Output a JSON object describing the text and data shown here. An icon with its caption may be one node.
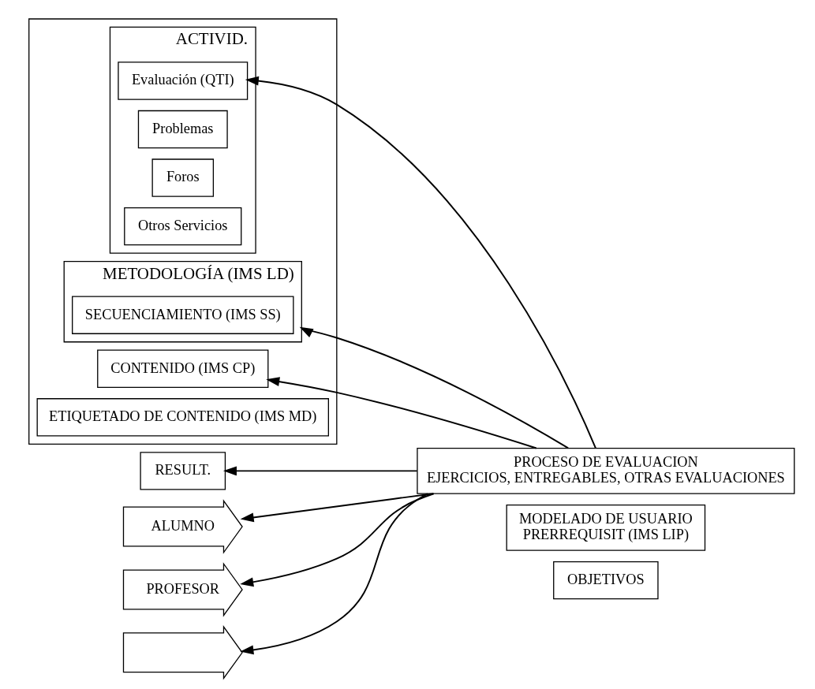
{
  "diagram": {
    "nodes": [
      {
        "text": [
          "OBJETIVOS"
        ]
      },
      {
        "text": [
          "MODELADO DE USUARIO",
          "PRERREQUISIT (IMS LIP)"
        ]
      },
      {
        "text": [],
        "shape": "box"
      },
      {
        "text": [
          "CONTENIDO (IMS CP)"
        ],
        "in": 2
      },
      {
        "text": [
          "ETIQUETADO DE CONTENIDO (IMS MD)"
        ],
        "in": 2
      },
      {
        "text": [
          "ACTIVID."
        ],
        "in": 2
      },
      {
        "text": [
          "Evaluación (QTI)"
        ],
        "in": 5
      },
      {
        "text": [
          "Problemas"
        ],
        "in": 5
      },
      {
        "text": [
          "Foros"
        ],
        "in": 5
      },
      {
        "text": [
          "Otros Servicios"
        ],
        "in": 5
      },
      {
        "text": [
          "METODOLOGÍA (IMS LD)"
        ],
        "in": 2
      },
      {
        "text": [
          "SECUENCIAMIENTO (IMS SS)"
        ],
        "in": 10
      },
      {
        "text": [
          "RESULT."
        ]
      },
      {
        "text": [
          "ALUMNO"
        ]
      },
      {
        "text": [
          "PROFESOR"
        ]
      },
      {
        "text": [],
        "shape": "arrow"
      },
      {
        "text": [
          "PROCESO DE EVALUACION",
          "EJERCICIOS, ENTREGABLES, OTRAS EVALUACIONES"
        ]
      }
    ],
    "edges": [
      {
        "from": 16,
        "to": 13,
        "arrow": "to"
      },
      {
        "from": 16,
        "to": 14,
        "arrow": "to"
      },
      {
        "from": 16,
        "to": 3,
        "arrow": "to"
      },
      {
        "from": 16,
        "to": 10,
        "arrow": "to"
      },
      {
        "from": 16,
        "to": 6,
        "arrow": "to"
      },
      {
        "from": 16,
        "to": 12,
        "arrow": "to"
      },
      {
        "from": 16,
        "to": 15,
        "arrow": "to"
      }
    ]
  }
}
